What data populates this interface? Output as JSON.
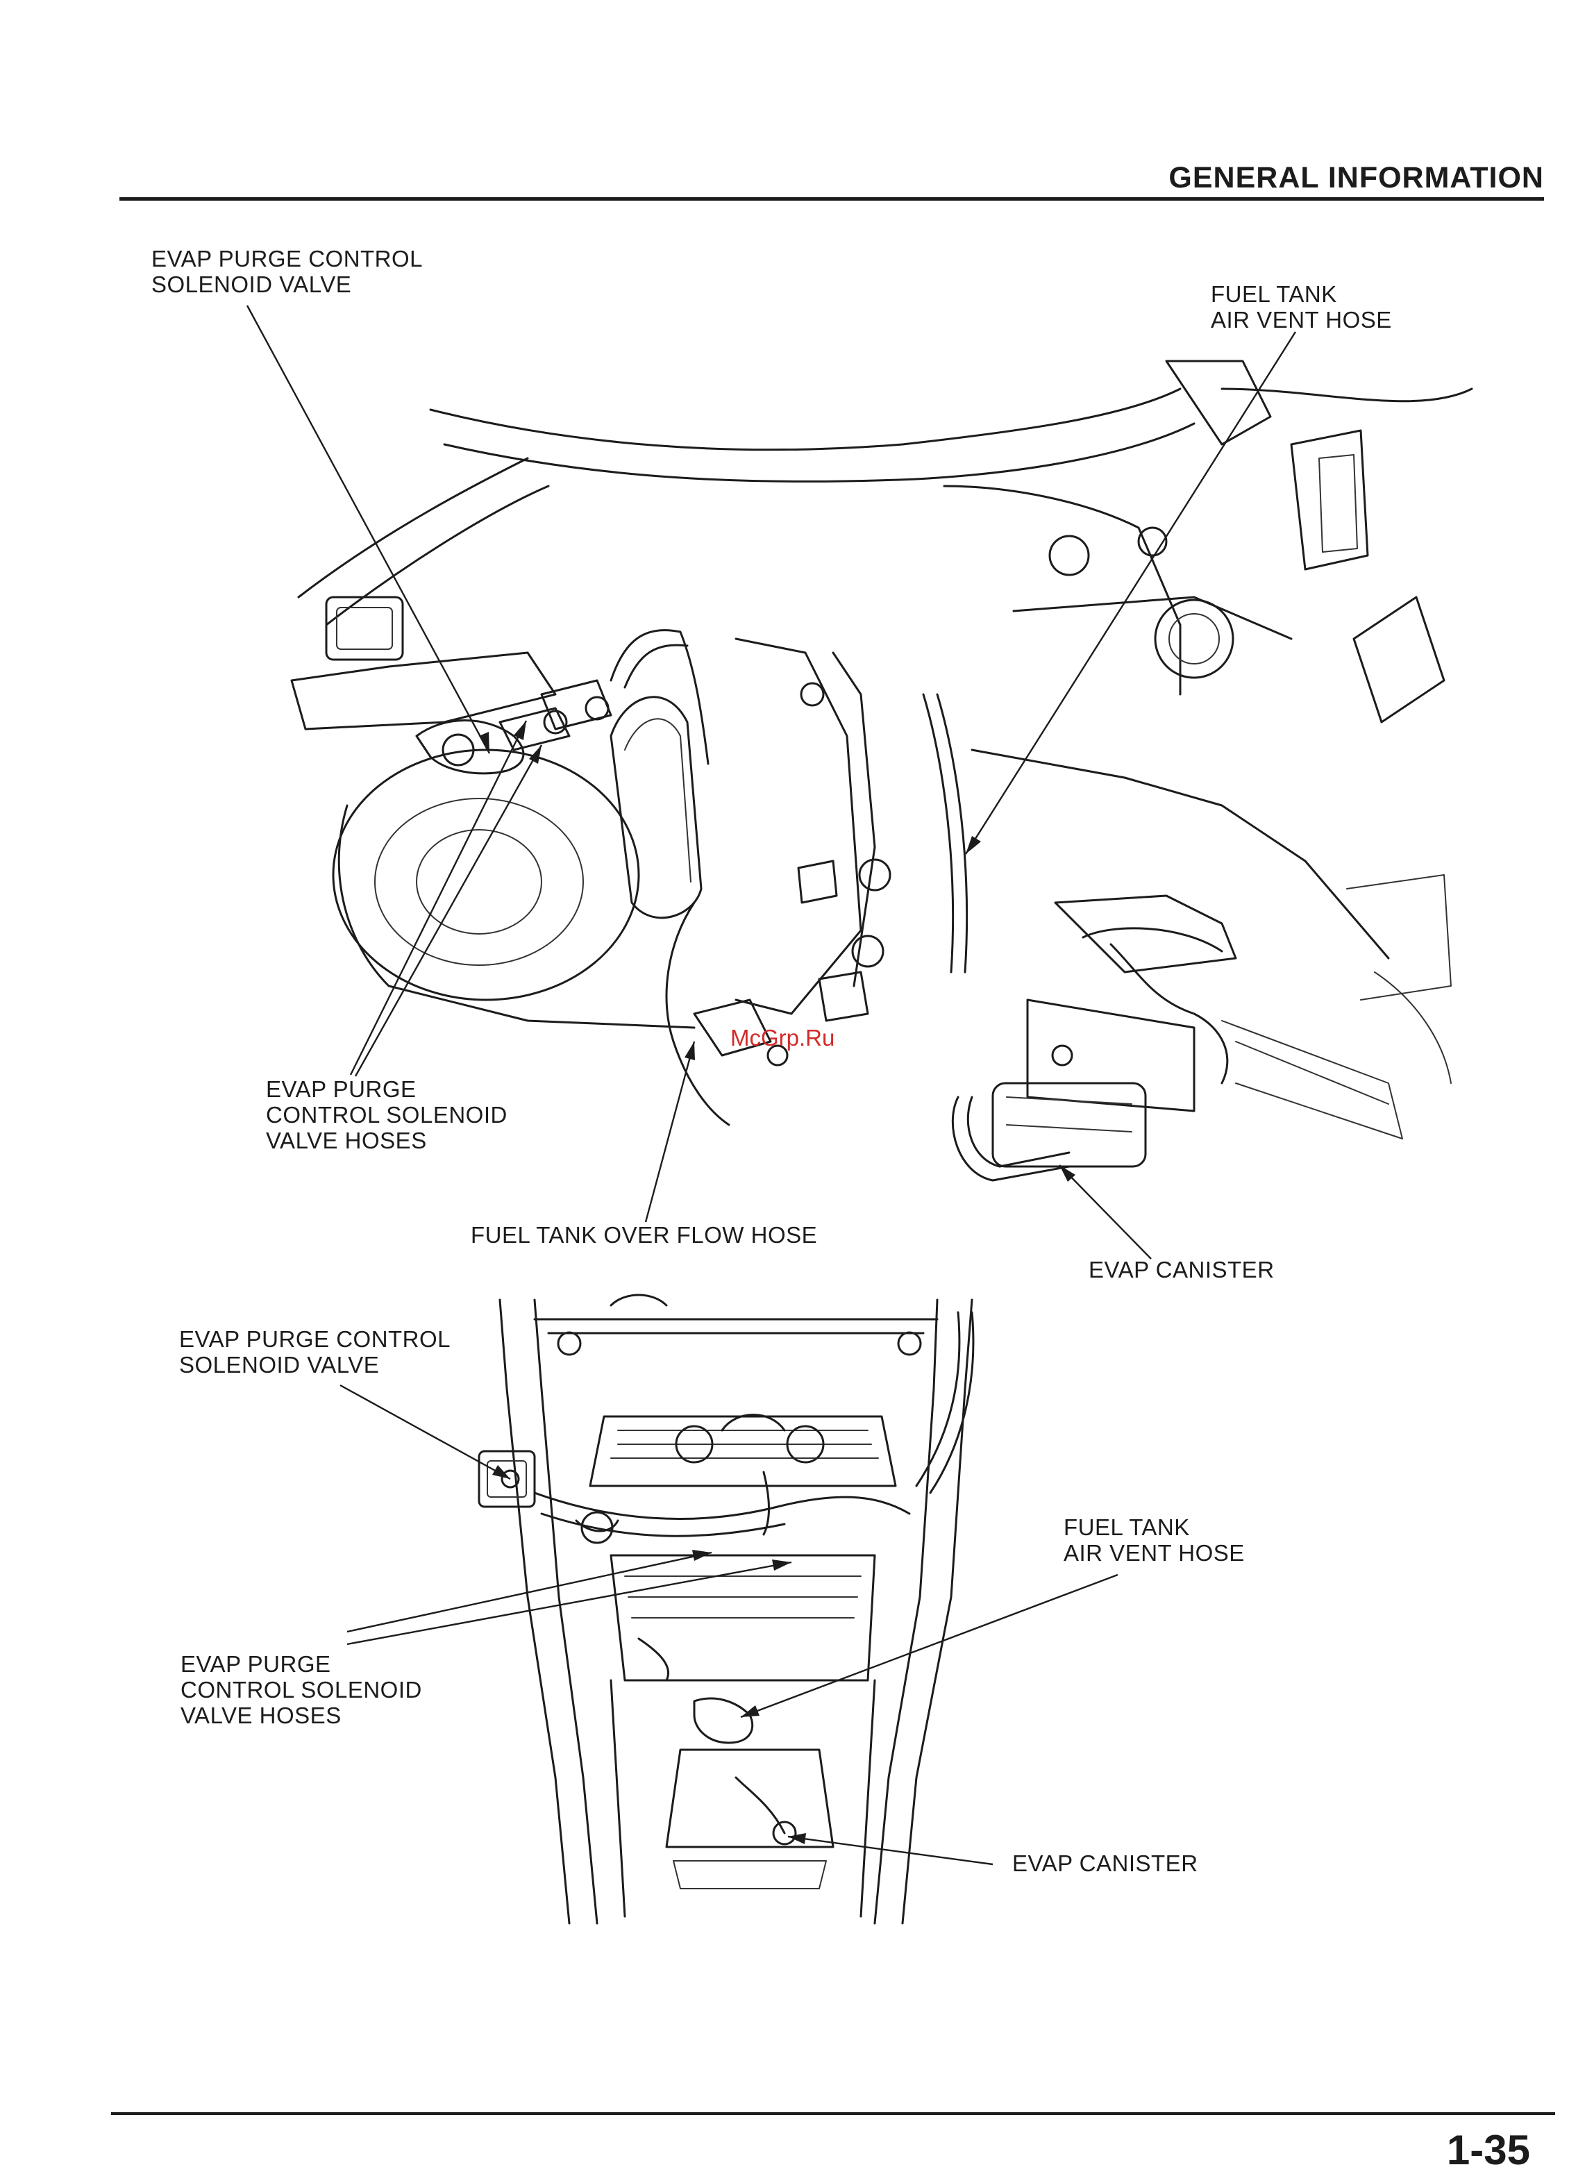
{
  "header": {
    "section_title": "GENERAL INFORMATION"
  },
  "figure_top": {
    "labels": {
      "purge_valve": [
        "EVAP PURGE CONTROL",
        "SOLENOID VALVE"
      ],
      "air_vent_hose": [
        "FUEL TANK",
        "AIR VENT HOSE"
      ],
      "purge_hoses": [
        "EVAP PURGE",
        "CONTROL SOLENOID",
        "VALVE HOSES"
      ],
      "overflow_hose": [
        "FUEL TANK OVER FLOW HOSE"
      ],
      "canister": [
        "EVAP CANISTER"
      ]
    }
  },
  "figure_bottom": {
    "labels": {
      "purge_valve": [
        "EVAP PURGE CONTROL",
        "SOLENOID VALVE"
      ],
      "air_vent_hose": [
        "FUEL TANK",
        "AIR VENT HOSE"
      ],
      "purge_hoses": [
        "EVAP PURGE",
        "CONTROL SOLENOID",
        "VALVE HOSES"
      ],
      "canister": [
        "EVAP CANISTER"
      ]
    }
  },
  "watermark": "McGrp.Ru",
  "footer": {
    "page_number": "1-35"
  },
  "colors": {
    "ink": "#1c1c1c",
    "watermark": "#d32a2a",
    "paper": "#ffffff"
  }
}
